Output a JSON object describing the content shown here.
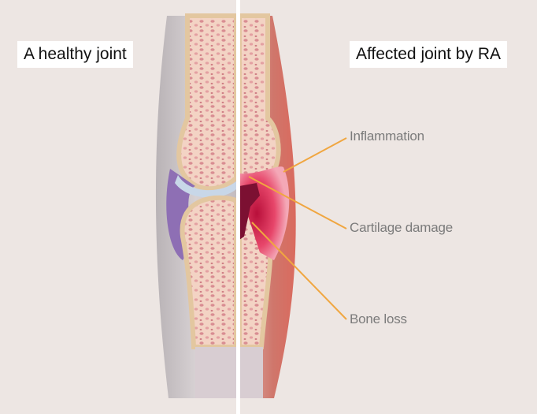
{
  "panels": {
    "left_label": "A healthy joint",
    "right_label": "Affected  joint by RA"
  },
  "callouts": [
    {
      "id": "inflammation",
      "label": "Inflammation"
    },
    {
      "id": "cartilage",
      "label": "Cartilage damage"
    },
    {
      "id": "bone",
      "label": "Bone loss"
    }
  ],
  "colors": {
    "background": "#ede6e3",
    "bone": "#f0dcb4",
    "marrow": "#e7a9a5",
    "synovial": "#8e6fb4",
    "inflamed": "#d9304f",
    "leader_line": "#f0a640",
    "label_text": "#7b7b7b"
  }
}
